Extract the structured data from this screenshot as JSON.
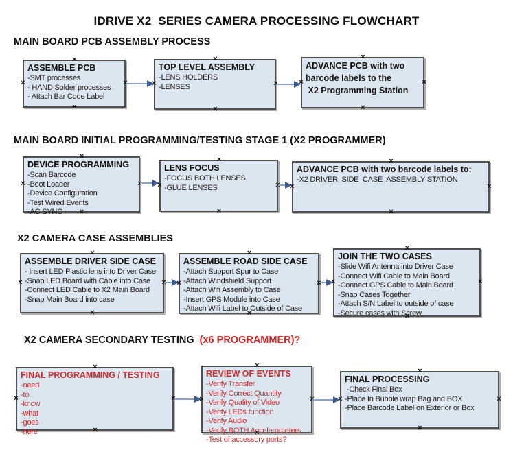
{
  "title": "IDRIVE X2  SERIES CAMERA PROCESSING FLOWCHART",
  "colors": {
    "box_fill": "#dce6f1",
    "box_border": "#4f4f4f",
    "red_text": "#cc2f2f",
    "arrow_line": "#8aa0c4",
    "arrow_head": "#3a5a94"
  },
  "sections": [
    {
      "header": "MAIN BOARD PCB ASSEMBLY PROCESS",
      "boxes": [
        {
          "title": "ASSEMBLE PCB",
          "lines": [
            "-SMT processes",
            "- HAND Solder processes",
            "- Attach Bar Code Label"
          ]
        },
        {
          "title": "TOP LEVEL ASSEMBLY",
          "lines": [
            "-LENS HOLDERS",
            "-LENSES"
          ]
        },
        {
          "title": "ADVANCE PCB with two\nbarcode labels to the\n X2 Programming Station",
          "lines": []
        }
      ]
    },
    {
      "header": "MAIN BOARD INITIAL PROGRAMMING/TESTING STAGE 1 (X2 PROGRAMMER)",
      "boxes": [
        {
          "title": "DEVICE PROGRAMMING",
          "lines": [
            "-Scan Barcode",
            "-Boot Loader",
            "-Device Configuration",
            "-Test Wired Events",
            "-AC SYNC"
          ]
        },
        {
          "title": "LENS FOCUS",
          "lines": [
            "-FOCUS BOTH LENSES",
            "-GLUE LENSES"
          ]
        },
        {
          "title": "ADVANCE PCB with two barcode labels to:",
          "lines": [
            "-X2 DRIVER  SIDE  CASE  ASSEMBLY STATION"
          ]
        }
      ]
    },
    {
      "header": "X2 CAMERA CASE ASSEMBLIES",
      "boxes": [
        {
          "title": "ASSEMBLE DRIVER SIDE CASE",
          "lines": [
            "- Insert LED Plastic lens into Driver Case",
            "-Snap LED Board with Cable into Case",
            "-Connect LED Cable to X2 Main Board",
            "-Snap Main Board into case"
          ]
        },
        {
          "title": "ASSEMBLE ROAD SIDE CASE",
          "lines": [
            "-Attach Support Spur to Case",
            "-Attach Windshield Support",
            "-Attach Wifi Assembly to Case",
            "-Insert GPS Module into Case",
            "-Attach Wifi Label to Outside of Case"
          ]
        },
        {
          "title": "JOIN THE TWO CASES",
          "lines": [
            "-Slide Wifi Antenna into Driver Case",
            "-Connect Wifi Cable to Main Board",
            "-Connect GPS Cable to Main Board",
            "-Snap Cases Together",
            "-Attach S/N Label to outside of case",
            "-Secure cases with Screw"
          ]
        }
      ]
    },
    {
      "header": "X2 CAMERA SECONDARY TESTING ",
      "header_red": " (x6 PROGRAMMER)?",
      "boxes": [
        {
          "title": "FINAL PROGRAMMING / TESTING",
          "lines": [
            "-need",
            "-to",
            "-know",
            "-what",
            "-goes",
            "-here"
          ]
        },
        {
          "title": "REVIEW OF EVENTS",
          "lines": [
            "-Verify Transfer",
            "-Verify Correct Quantity",
            "-Verify Quality of Video",
            "-Verify LEDs function",
            "-Verify Audio",
            "-Verify BOTH Accelerometers",
            "-Test of accessory ports?"
          ]
        },
        {
          "title": "FINAL PROCESSING",
          "lines": [
            " -Check Final Box",
            "-Place In Bubble wrap Bag and BOX",
            "-Place Barcode Label on Exterior or Box"
          ]
        }
      ]
    }
  ]
}
